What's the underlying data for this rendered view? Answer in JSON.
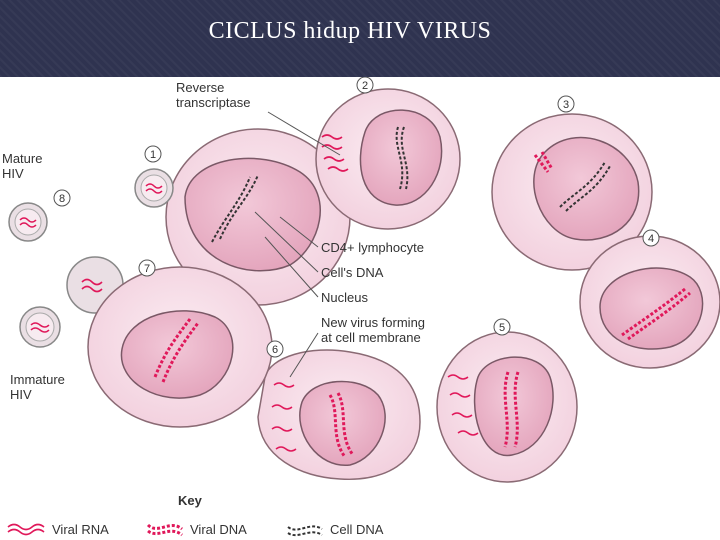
{
  "slide": {
    "title": "CICLUS hidup HIV VIRUS"
  },
  "labels": {
    "reverse_transcriptase_line1": "Reverse",
    "reverse_transcriptase_line2": "transcriptase",
    "mature_hiv_line1": "Mature",
    "mature_hiv_line2": "HIV",
    "immature_hiv_line1": "Immature",
    "immature_hiv_line2": "HIV",
    "cd4": "CD4+ lymphocyte",
    "cells_dna": "Cell's DNA",
    "nucleus": "Nucleus",
    "new_virus_line1": "New virus forming",
    "new_virus_line2": "at cell membrane"
  },
  "steps": [
    "1",
    "2",
    "3",
    "4",
    "5",
    "6",
    "7",
    "8"
  ],
  "key": {
    "title": "Key",
    "viral_rna": "Viral RNA",
    "viral_dna": "Viral DNA",
    "cell_dna": "Cell DNA"
  },
  "colors": {
    "title_bg": "#2f3350",
    "cell_fill": "#f7dde7",
    "nucleus_fill": "#eab4c8",
    "viral": "#e0185a",
    "cell_dna": "#333333"
  }
}
